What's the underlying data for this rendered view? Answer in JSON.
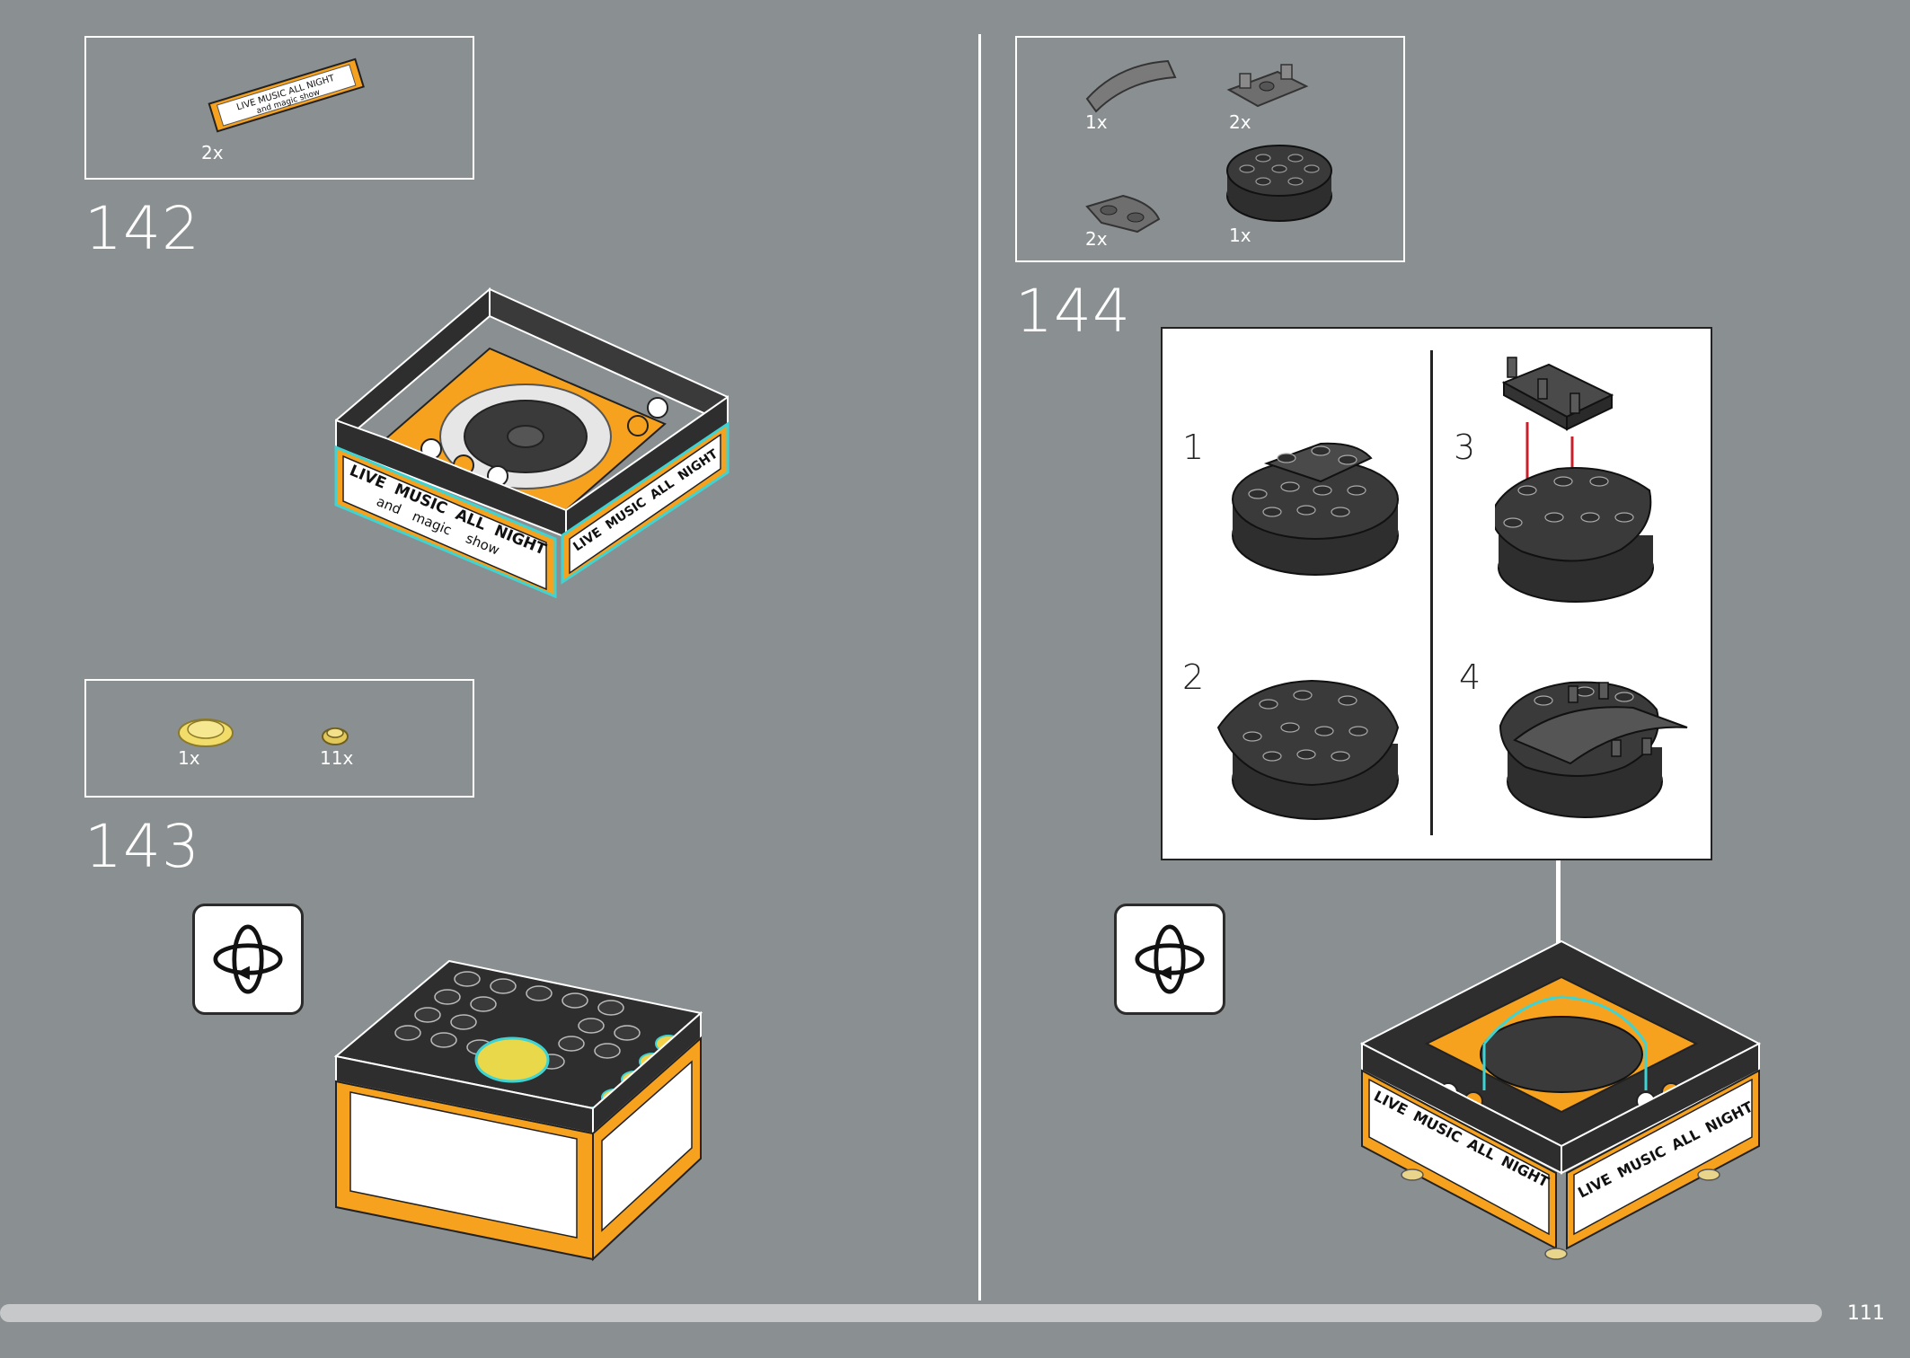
{
  "page_number": "111",
  "step142": {
    "number": "142",
    "parts": [
      {
        "qty": "2x",
        "label_line1": "LIVE MUSIC ALL NIGHT",
        "label_line2": "and magic show"
      }
    ]
  },
  "step143": {
    "number": "143",
    "parts": [
      {
        "qty": "1x"
      },
      {
        "qty": "11x"
      }
    ]
  },
  "step144": {
    "number": "144",
    "parts": [
      {
        "qty": "1x"
      },
      {
        "qty": "2x"
      },
      {
        "qty": "2x"
      },
      {
        "qty": "1x"
      }
    ],
    "substeps": [
      "1",
      "2",
      "3",
      "4"
    ]
  },
  "sign": {
    "w1": "LIVE",
    "w2": "MUSIC",
    "w3": "ALL",
    "w4": "NIGHT",
    "w5": "and",
    "w6": "magic",
    "w7": "show"
  },
  "colors": {
    "background": "#8a8f91",
    "orange": "#f6a21e",
    "dark": "#3a3a3a",
    "highlight": "#3fd4d4",
    "arrow": "#c8202a"
  },
  "icons": [
    "rotate-model-icon",
    "down-arrow-icon"
  ]
}
